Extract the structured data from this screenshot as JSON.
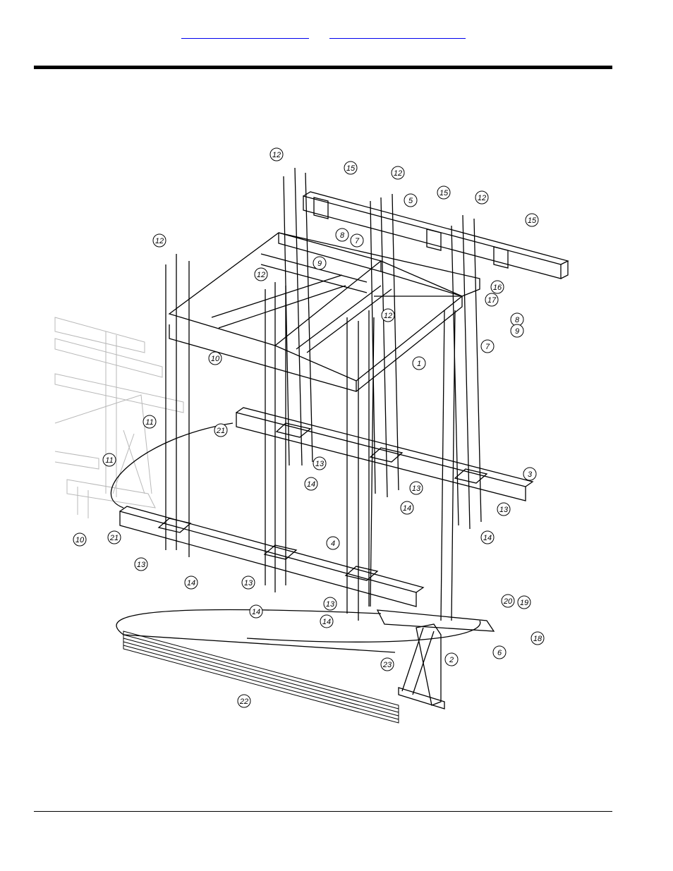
{
  "header": {
    "links": [
      "",
      ""
    ]
  },
  "drawing": {
    "callouts": [
      "1",
      "2",
      "3",
      "4",
      "5",
      "6",
      "7",
      "8",
      "9",
      "10",
      "11",
      "12",
      "13",
      "14",
      "15",
      "16",
      "17",
      "18",
      "19",
      "20",
      "21",
      "22",
      "23"
    ]
  }
}
